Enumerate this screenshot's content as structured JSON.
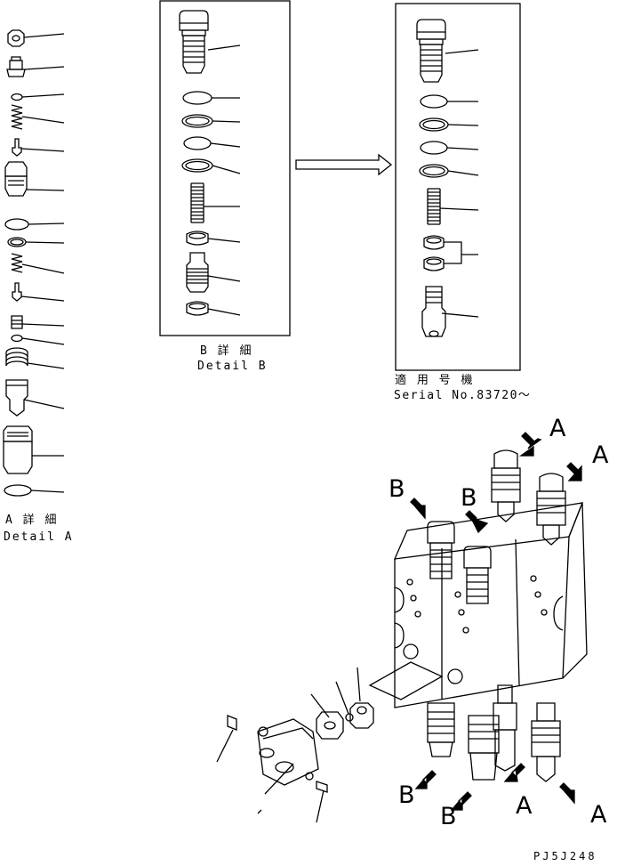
{
  "detail_a": {
    "jp": "A 詳 細",
    "en": "Detail A"
  },
  "detail_b": {
    "jp": "B 詳 細",
    "en": "Detail B"
  },
  "serial_panel": {
    "jp": "適 用 号 機",
    "en": "Serial No.83720～"
  },
  "view_markers": {
    "a": "A",
    "b": "B"
  },
  "drawing_code": "PJ5J248"
}
